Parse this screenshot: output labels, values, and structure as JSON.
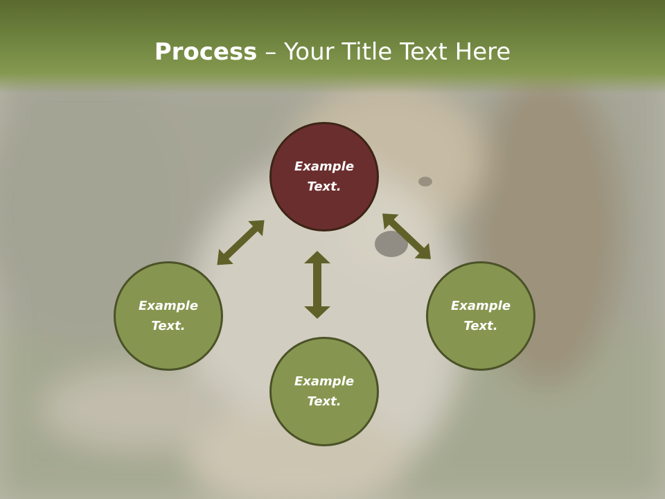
{
  "slide": {
    "title_bold": "Process",
    "title_rest": " – Your Title Text Here"
  },
  "nodes": {
    "top": "Example\nText.",
    "left": "Example\nText.",
    "right": "Example\nText.",
    "bottom": "Example\nText."
  },
  "colors": {
    "header_green": "#6f8540",
    "node_green": "#869650",
    "node_red": "#6b2e2e",
    "arrow": "#5f6129",
    "text": "#ffffff"
  },
  "icons": {
    "arrows": "double-headed-arrow"
  }
}
